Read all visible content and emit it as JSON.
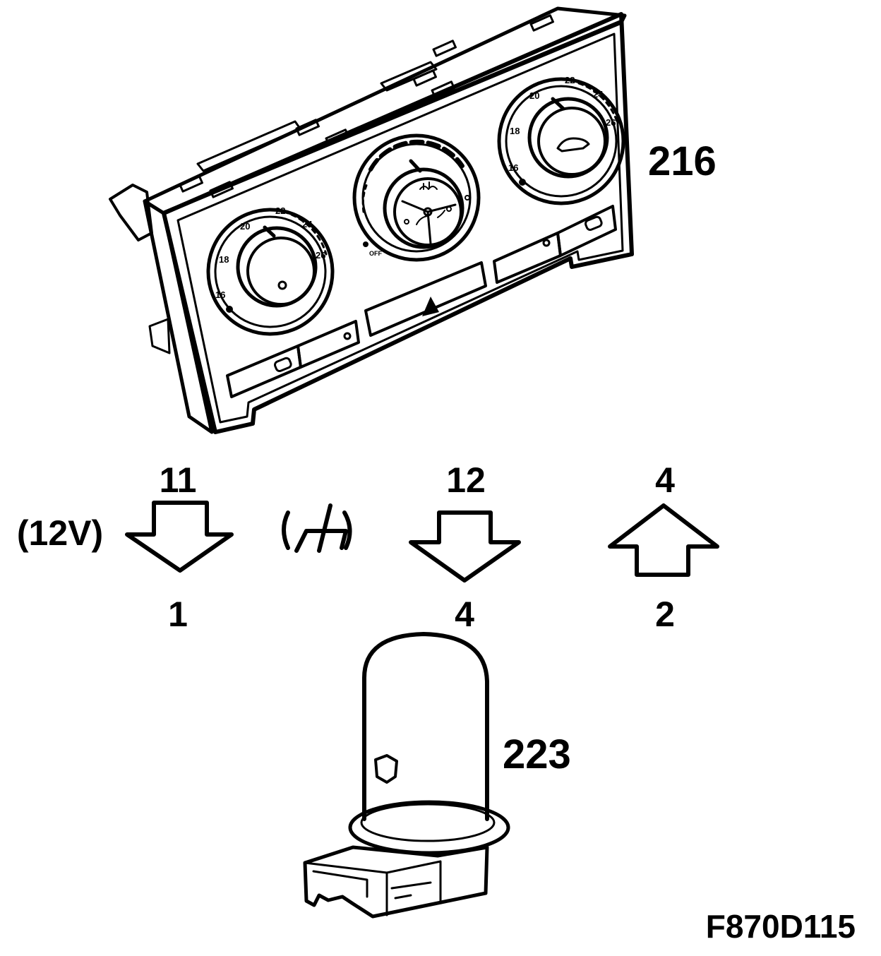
{
  "panel": {
    "part_number": "216",
    "left_dial": {
      "scale": [
        "16",
        "18",
        "20",
        "22",
        "24",
        "26"
      ]
    },
    "right_dial": {
      "scale": [
        "16",
        "18",
        "20",
        "22",
        "24",
        "26"
      ]
    },
    "center_dial": {
      "off_label": "OFF"
    }
  },
  "bulb": {
    "part_number": "223"
  },
  "pins": {
    "supply": {
      "top": "11",
      "bottom": "1",
      "note": "(12V)",
      "direction": "down"
    },
    "ground": {
      "symbol": "ground-icon"
    },
    "pin4": {
      "top": "12",
      "bottom": "4",
      "direction": "down"
    },
    "pin2": {
      "top": "4",
      "bottom": "2",
      "direction": "up"
    }
  },
  "figure_code": "F870D115"
}
